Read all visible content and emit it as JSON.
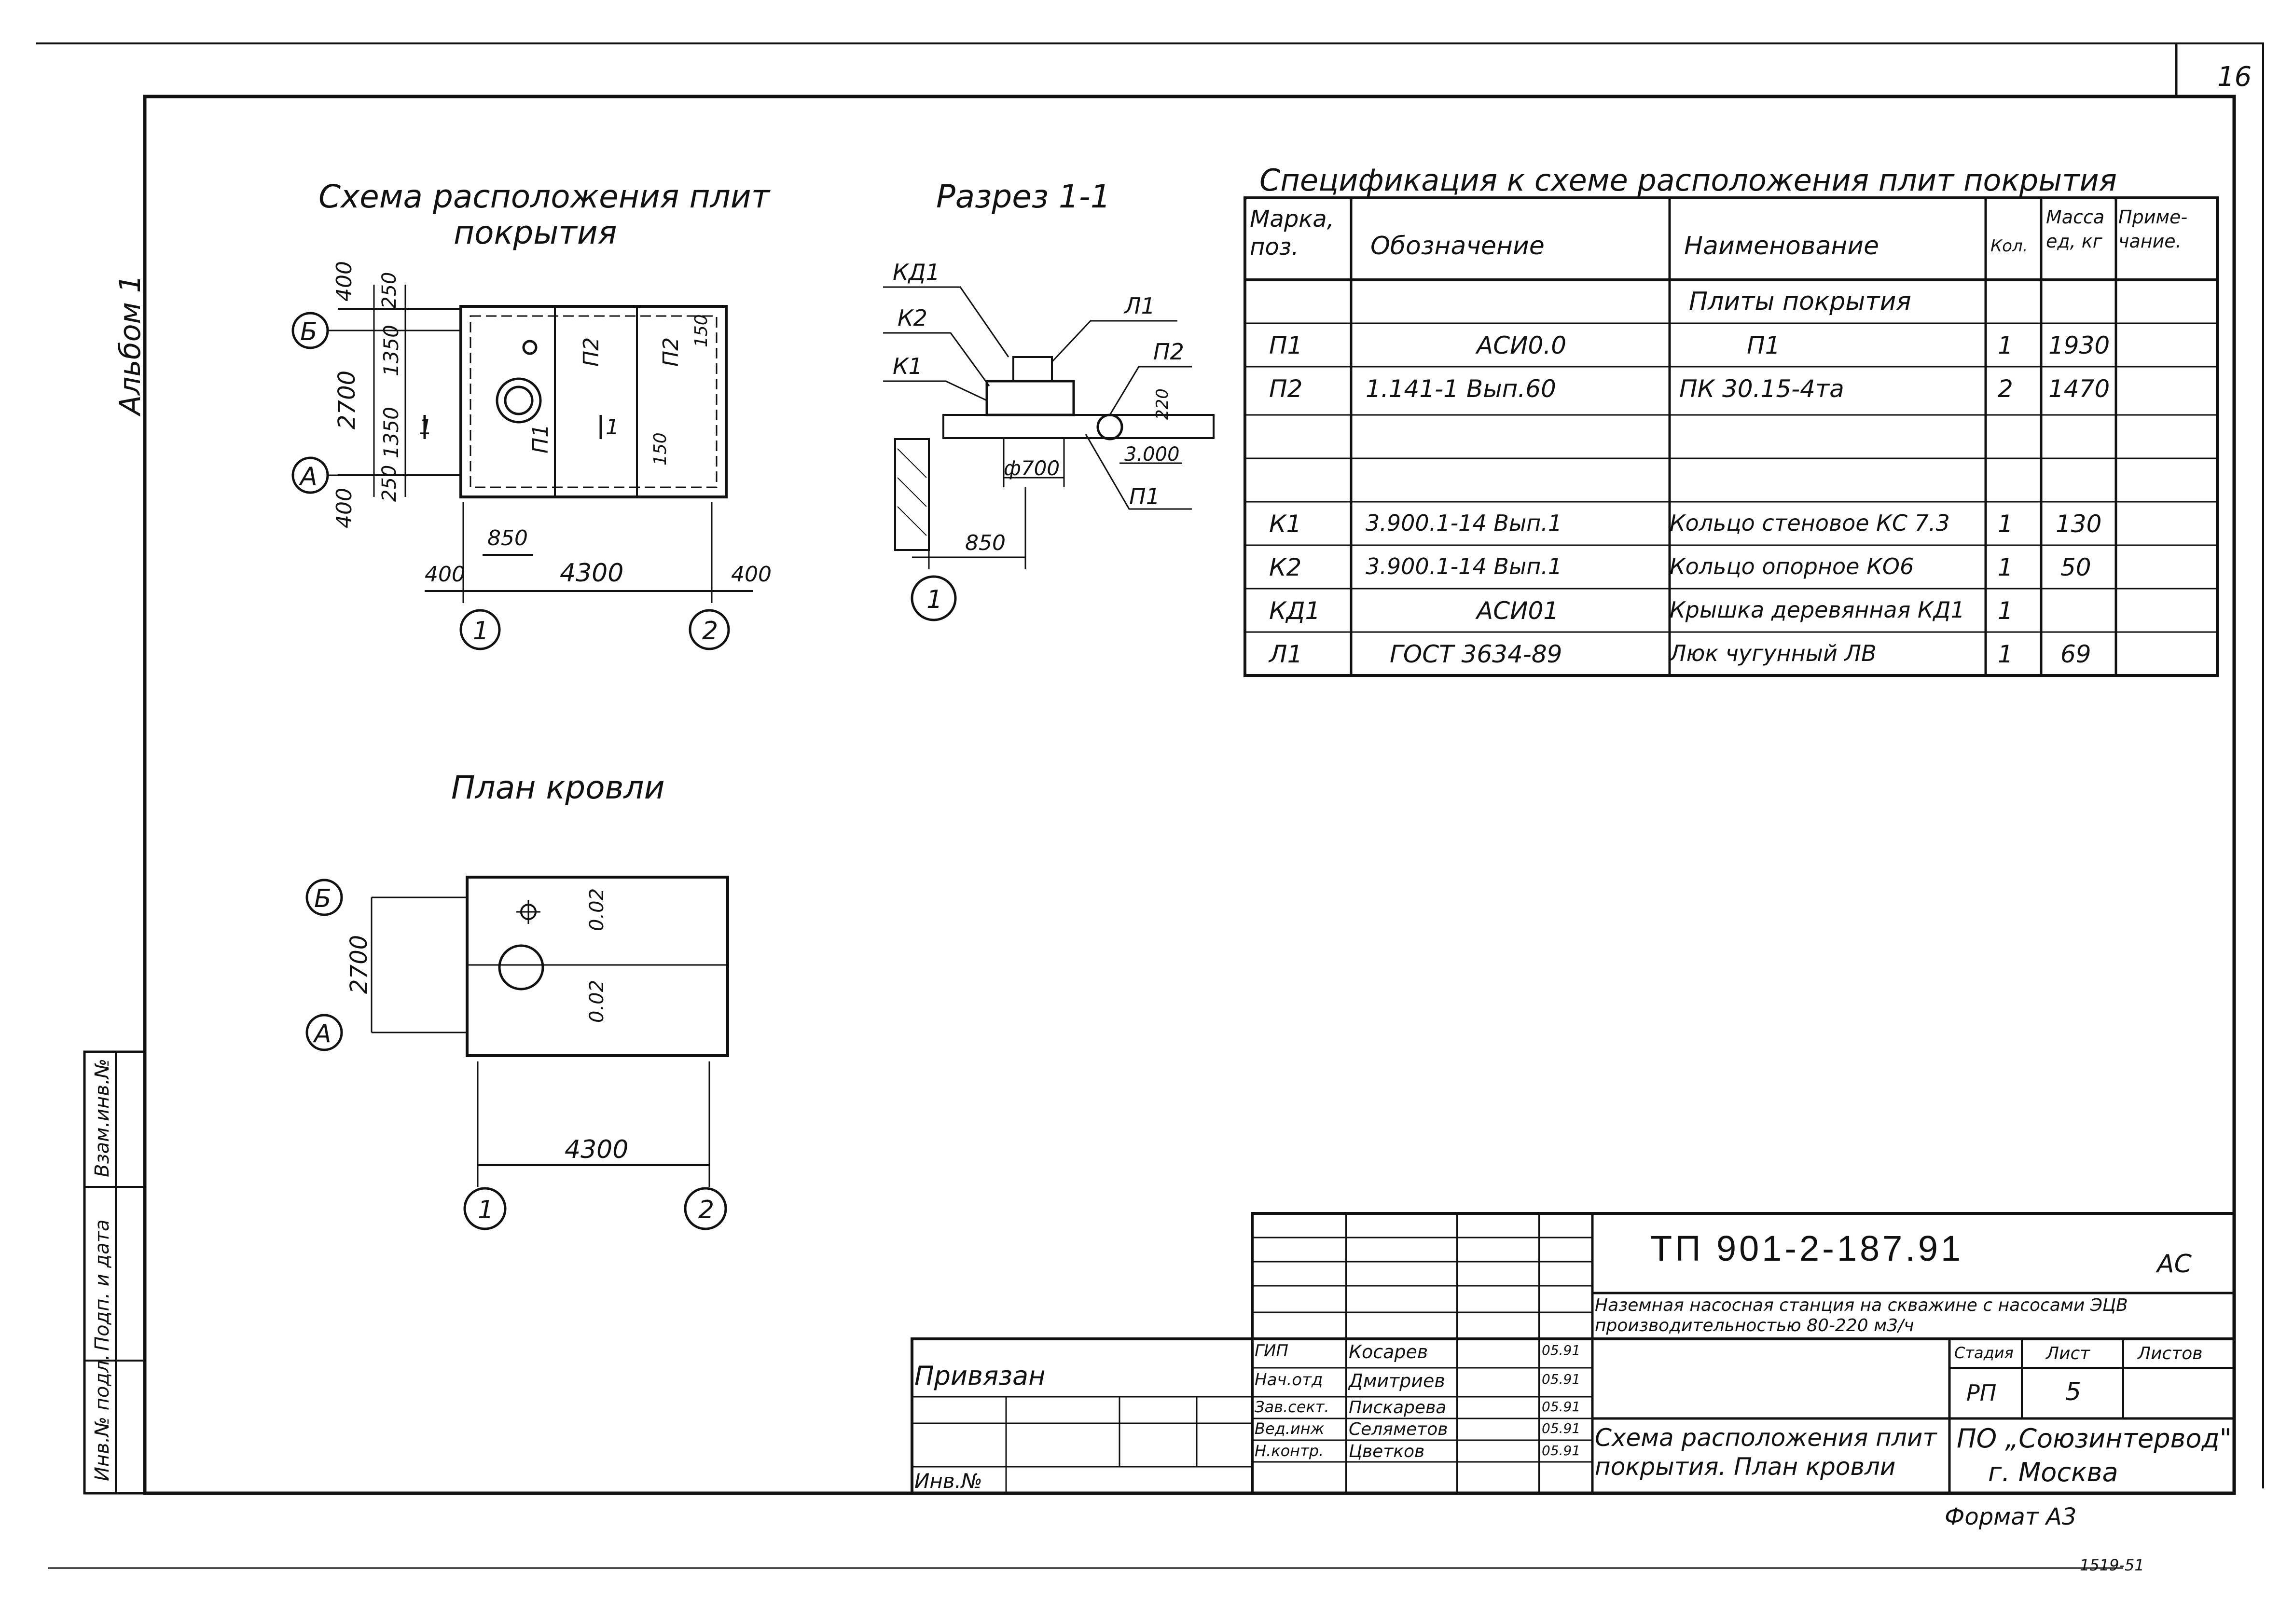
{
  "sheet": {
    "number": "16",
    "album": "Альбом 1",
    "format": "Формат А3",
    "corner_code": "1519-51"
  },
  "left_stamp": {
    "labels": [
      "Инв.№ подл.",
      "Подп. и дата",
      "Взам.инв.№"
    ]
  },
  "scheme": {
    "title_line1": "Схема расположения плит",
    "title_line2": "покрытия",
    "axes": {
      "b": "Б",
      "a": "А",
      "one": "1",
      "two": "2"
    },
    "dims": {
      "d400t": "400",
      "d2700": "2700",
      "d400b": "400",
      "d250t": "250",
      "d1350t": "1350",
      "d1350b": "1350",
      "d250b": "250",
      "d850": "850",
      "d4300": "4300",
      "d400l": "400",
      "d400r": "400",
      "d150t": "150",
      "d150b": "150"
    },
    "marks": {
      "p2a": "П2",
      "p2b": "П2",
      "p1": "П1",
      "cut1": "1",
      "cut2": "1"
    }
  },
  "section": {
    "title": "Разрез 1-1",
    "labels": {
      "kd1": "КД1",
      "k2": "К2",
      "k1": "К1",
      "l1": "Л1",
      "p2": "П2",
      "p1": "П1"
    },
    "dims": {
      "d700": "ф700",
      "d850": "850",
      "d220": "220",
      "elev": "3.000"
    },
    "axis": "1"
  },
  "roof": {
    "title": "План кровли",
    "axes": {
      "b": "Б",
      "a": "А",
      "one": "1",
      "two": "2"
    },
    "dims": {
      "d2700": "2700",
      "d4300": "4300"
    },
    "slopes": [
      "0.02",
      "0.02"
    ]
  },
  "spec": {
    "title": "Спецификация к схеме расположения плит покрытия",
    "headers": [
      "Марка, поз.",
      "Обозначение",
      "Наименование",
      "Кол.",
      "Масса ед, кг",
      "Приме- чание."
    ],
    "rows": [
      [
        "",
        "",
        "Плиты покрытия",
        "",
        "",
        ""
      ],
      [
        "П1",
        "АСИ0.0",
        "П1",
        "1",
        "1930",
        ""
      ],
      [
        "П2",
        "1.141-1 Вып.60",
        "ПК 30.15-4та",
        "2",
        "1470",
        ""
      ],
      [
        "",
        "",
        "",
        "",
        "",
        ""
      ],
      [
        "",
        "",
        "",
        "",
        "",
        ""
      ],
      [
        "К1",
        "3.900.1-14 Вып.1",
        "Кольцо стеновое КС 7.3",
        "1",
        "130",
        ""
      ],
      [
        "К2",
        "3.900.1-14 Вып.1",
        "Кольцо опорное КО6",
        "1",
        "50",
        ""
      ],
      [
        "КД1",
        "АСИ01",
        "Крышка деревянная КД1",
        "1",
        "",
        ""
      ],
      [
        "Л1",
        "ГОСТ 3634-89",
        "Люк чугунный ЛВ",
        "1",
        "69",
        ""
      ]
    ]
  },
  "title_block": {
    "code": "ТП 901-2-187.91",
    "mark": "АС",
    "object": "Наземная насосная станция на скважине с насосами ЭЦВ производительностью 80-220 м3/ч",
    "privyazan": "Привязан",
    "inv": "Инв.№",
    "people": [
      {
        "role": "ГИП",
        "name": "Косарев",
        "date": "05.91"
      },
      {
        "role": "Нач.отд",
        "name": "Дмитриев",
        "date": "05.91"
      },
      {
        "role": "Зав.сект.",
        "name": "Пискарева",
        "date": "05.91"
      },
      {
        "role": "Вед.инж",
        "name": "Селяметов",
        "date": "05.91"
      },
      {
        "role": "Н.контр.",
        "name": "Цветков",
        "date": "05.91"
      }
    ],
    "stage_label": "Стадия",
    "sheet_label": "Лист",
    "sheets_label": "Листов",
    "stage": "РП",
    "sheet": "5",
    "sheets": "",
    "drawing_name": "Схема расположения плит покрытия. План кровли",
    "org_line1": "ПО „Союзинтервод\"",
    "org_line2": "г. Москва"
  }
}
